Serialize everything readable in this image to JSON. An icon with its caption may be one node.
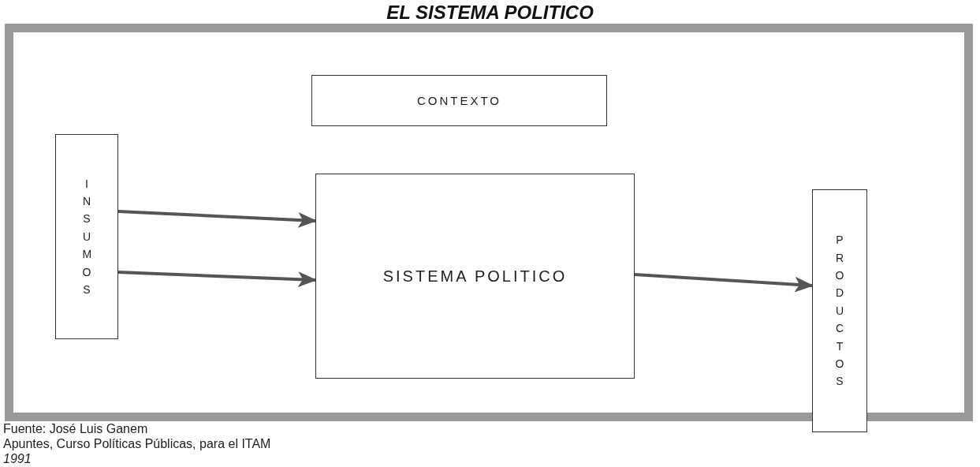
{
  "diagram": {
    "title": "EL SISTEMA POLITICO",
    "nodes": [
      {
        "text": [
          "INSUMOS"
        ]
      },
      {
        "text": [
          "CONTEXTO"
        ]
      },
      {
        "text": [
          "SISTEMA POLITICO"
        ]
      },
      {
        "text": [
          "PRODUCTOS"
        ]
      }
    ],
    "edges": [
      {
        "from": 0,
        "to": 2,
        "arrow": "to"
      },
      {
        "from": 0,
        "to": 2,
        "arrow": "to"
      },
      {
        "from": 2,
        "to": 3,
        "arrow": "to"
      }
    ],
    "labels": [
      "Fuente: José Luis Ganem",
      "Apuntes, Curso Políticas Públicas, para el ITAM",
      "1991"
    ]
  }
}
